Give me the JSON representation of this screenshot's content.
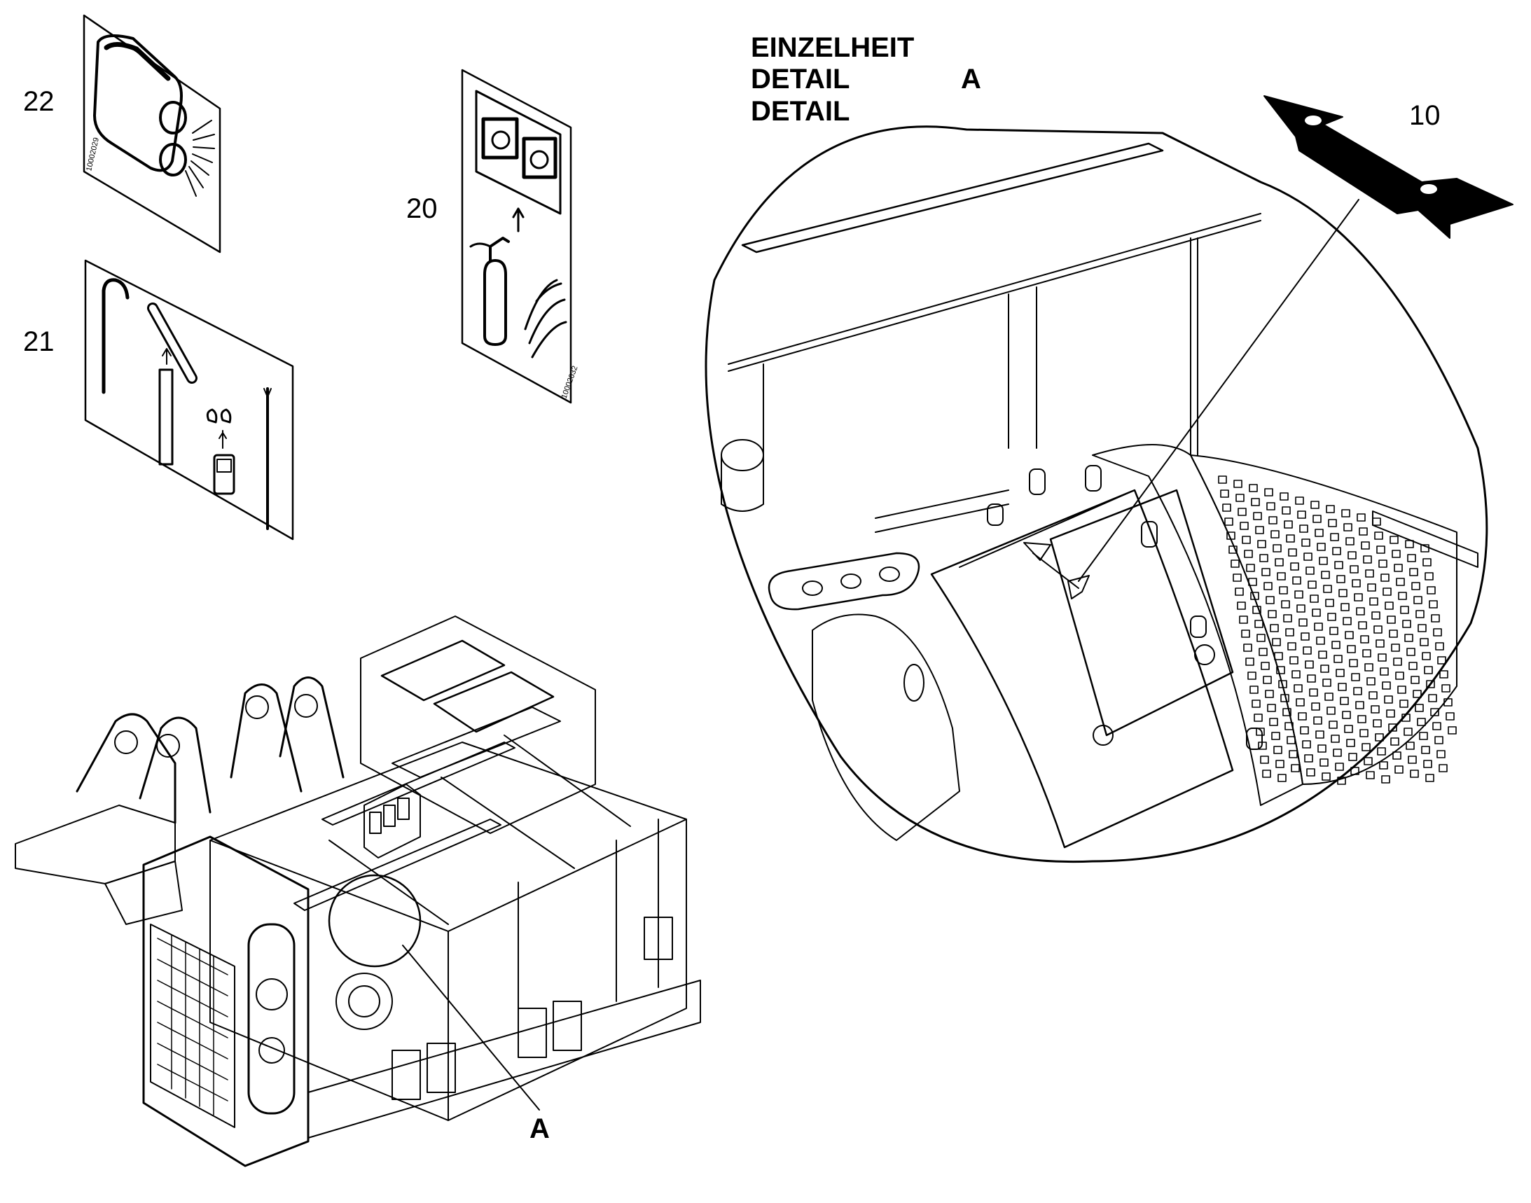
{
  "detail_header": {
    "line1": "EINZELHEIT",
    "line2": "DETAIL",
    "line3": "DETAIL",
    "detail_letter": "A"
  },
  "callouts": {
    "sticker_22": "22",
    "sticker_21": "21",
    "sticker_20": "20",
    "arrow_decal": "10",
    "detail_marker": "A"
  },
  "sticker_codes": {
    "sticker_22": "10002029",
    "sticker_20": "10002032"
  },
  "colors": {
    "ink": "#000000",
    "paper": "#ffffff"
  }
}
